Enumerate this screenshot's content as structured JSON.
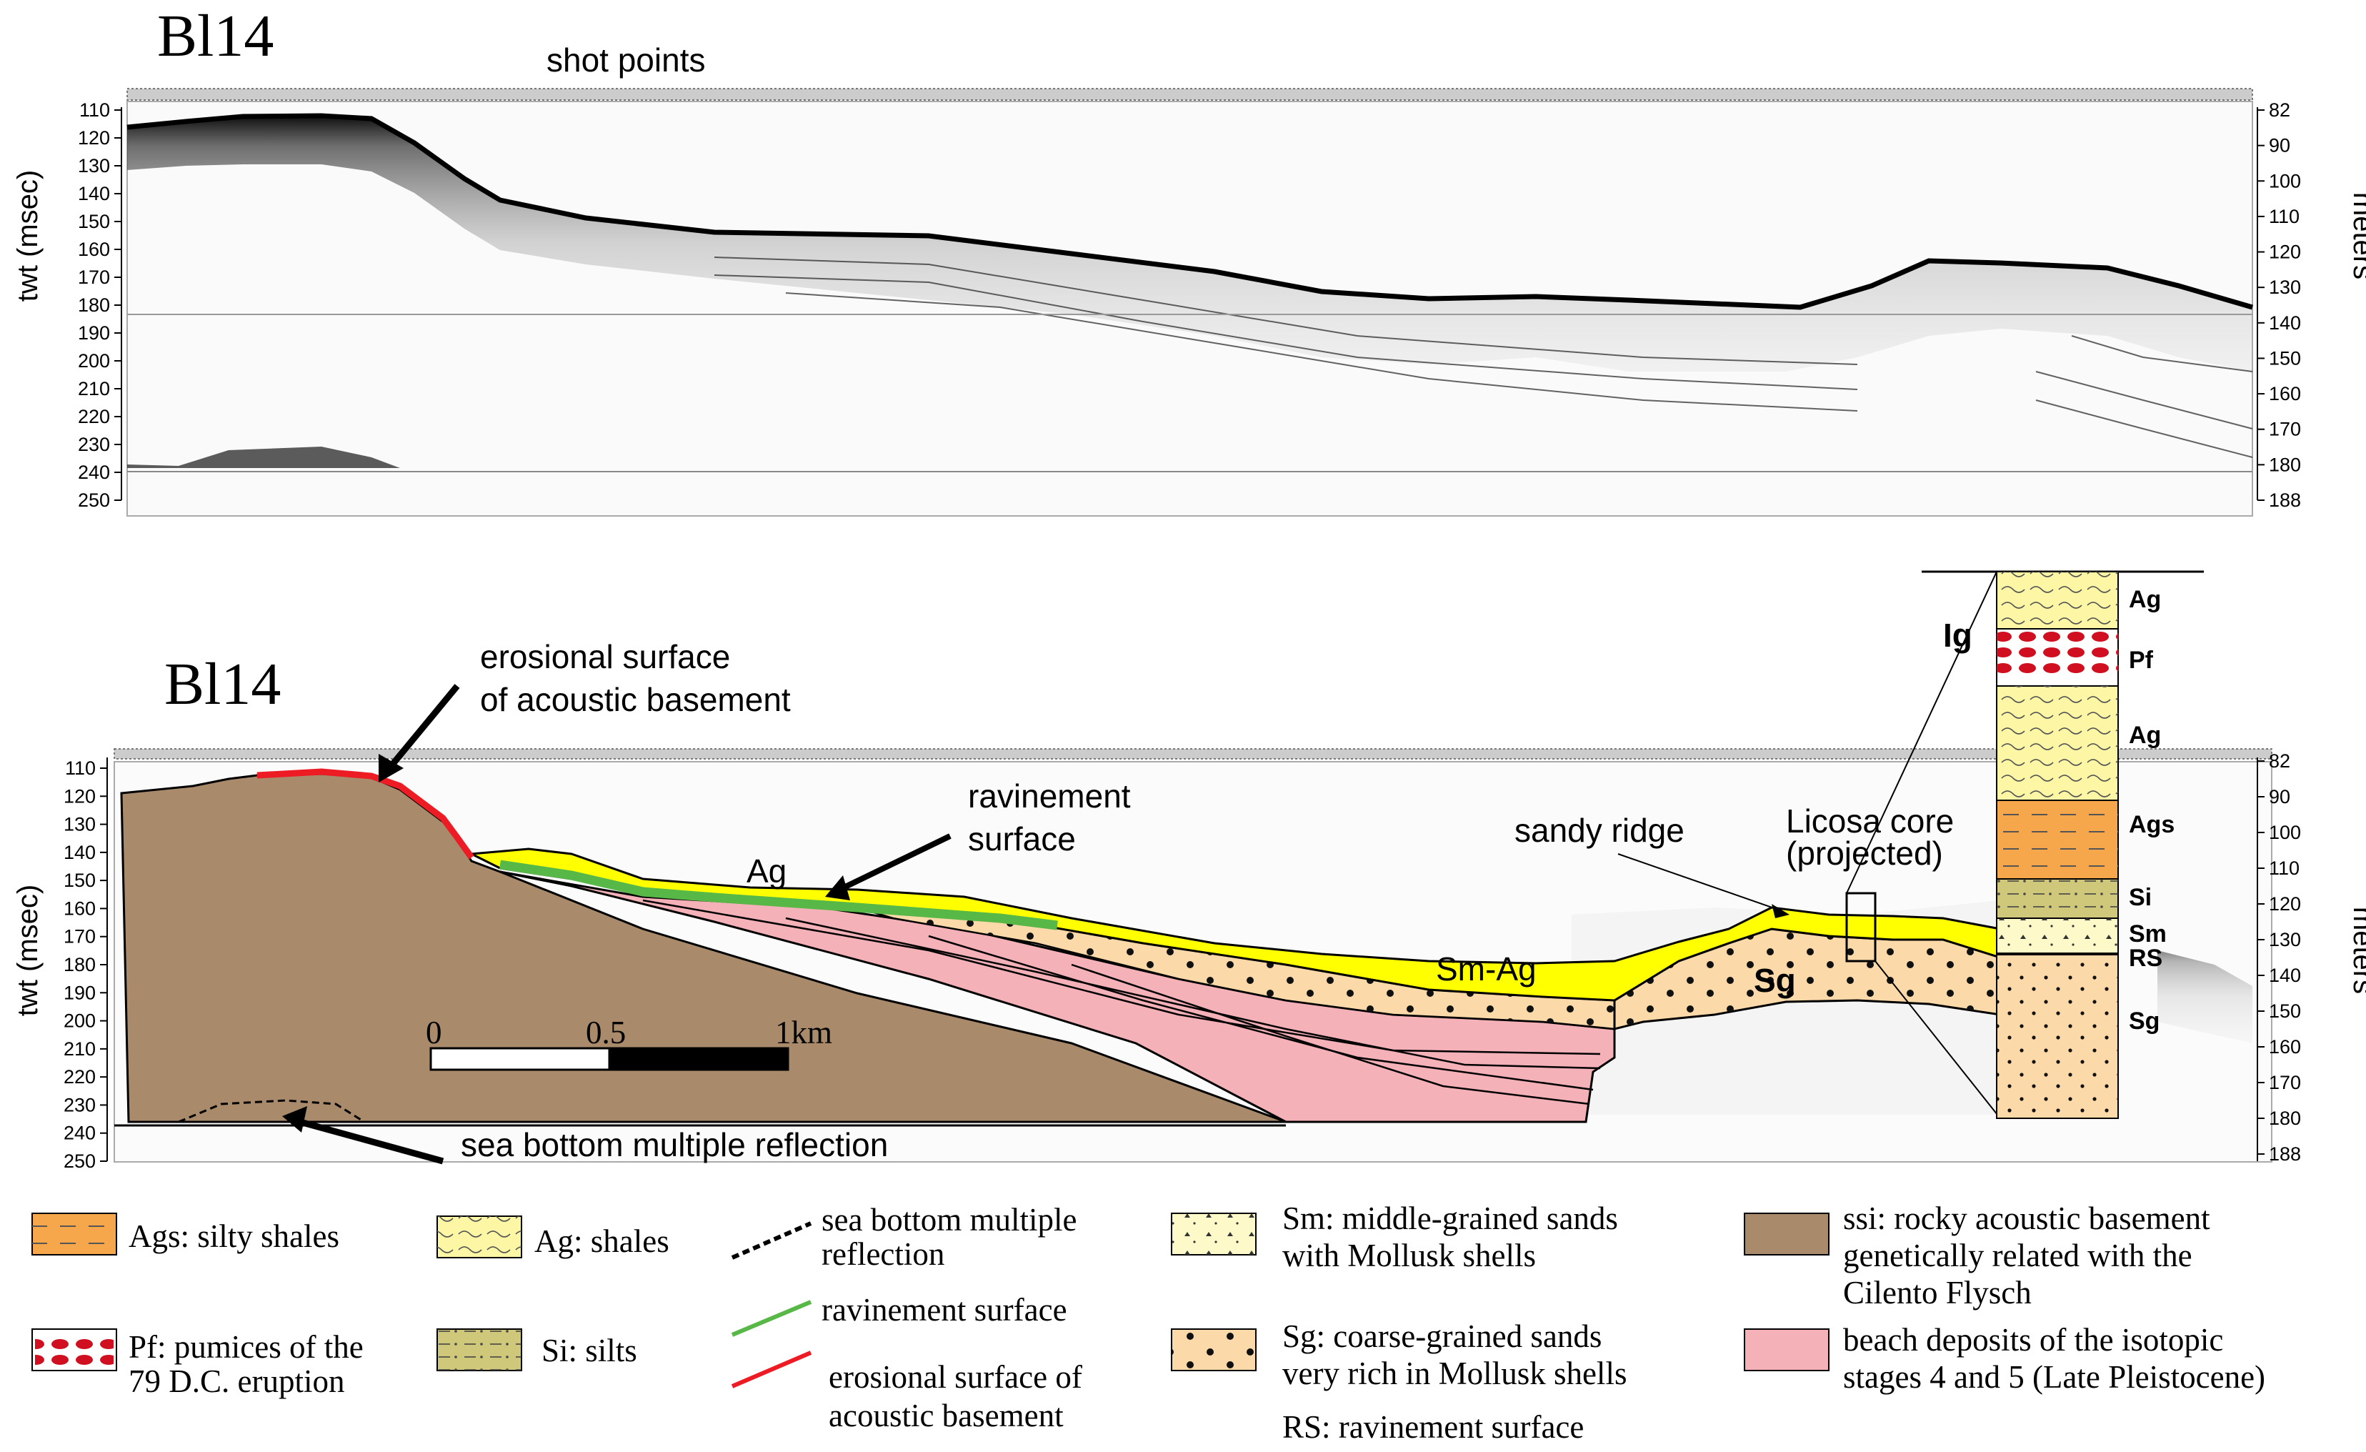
{
  "top_panel": {
    "title": "Bl14",
    "shot_points_label": "shot points",
    "y_left_label": "twt (msec)",
    "y_right_label": "meters",
    "left_ticks": [
      "110",
      "120",
      "130",
      "140",
      "150",
      "160",
      "170",
      "180",
      "190",
      "200",
      "210",
      "220",
      "230",
      "240",
      "250"
    ],
    "right_ticks": [
      "82",
      "90",
      "100",
      "110",
      "120",
      "130",
      "140",
      "150",
      "160",
      "170",
      "180",
      "188"
    ]
  },
  "bottom_panel": {
    "title": "Bl14",
    "y_left_label": "twt (msec)",
    "y_right_label": "meters",
    "left_ticks": [
      "110",
      "120",
      "130",
      "140",
      "150",
      "160",
      "170",
      "180",
      "190",
      "200",
      "210",
      "220",
      "230",
      "240",
      "250"
    ],
    "right_ticks": [
      "82",
      "90",
      "100",
      "110",
      "120",
      "130",
      "140",
      "150",
      "160",
      "170",
      "180",
      "188"
    ],
    "annotations": {
      "erosional_line1": "erosional surface",
      "erosional_line2": "of acoustic basement",
      "ravinement_line1": "ravinement",
      "ravinement_line2": "surface",
      "ag": "Ag",
      "sandy_ridge": "sandy ridge",
      "licosa_line1": "Licosa core",
      "licosa_line2": "(projected)",
      "sm_ag": "Sm-Ag",
      "sg": "Sg",
      "ig": "Ig",
      "sea_bottom_multiple": "sea bottom multiple reflection"
    },
    "scale_bar": {
      "labels": [
        "0",
        "0.5",
        "1km"
      ]
    },
    "core_column": {
      "units": [
        {
          "label": "Ag",
          "color": "#fdf7a5"
        },
        {
          "label": "Pf",
          "color": "#ffffff"
        },
        {
          "label": "Ag",
          "color": "#fdf7a5"
        },
        {
          "label": "Ags",
          "color": "#f6a64b"
        },
        {
          "label": "Si",
          "color": "#cfc77a"
        },
        {
          "label": "Sm",
          "color": "#fdf9c9"
        },
        {
          "label": "RS",
          "color": "#fcd9a8"
        },
        {
          "label": "Sg",
          "color": "#fcd9a8"
        }
      ]
    }
  },
  "legend": {
    "ags": "Ags: silty shales",
    "ag": "Ag: shales",
    "pf_line1": "Pf: pumices of the",
    "pf_line2": "79 D.C. eruption",
    "si": "Si: silts",
    "multiple_line1": "sea bottom multiple",
    "multiple_line2": "reflection",
    "ravinement": "ravinement surface",
    "erosional_line1": "erosional surface of",
    "erosional_line2": "acoustic basement",
    "sm_line1": "Sm: middle-grained sands",
    "sm_line2": "with Mollusk shells",
    "sg_line1": "Sg: coarse-grained sands",
    "sg_line2": "very rich in Mollusk shells",
    "rs": "RS: ravinement surface",
    "ssi_line1": "ssi: rocky acoustic basement",
    "ssi_line2": "genetically related with the",
    "ssi_line3": "Cilento Flysch",
    "beach_line1": "beach deposits of the isotopic",
    "beach_line2": "stages 4 and 5 (Late Pleistocene)"
  },
  "colors": {
    "basement": "#a98a6b",
    "beach": "#f4b1b8",
    "sand_sg": "#fcd9a8",
    "shales_ag": "#ffff00",
    "ravinement_green": "#58b847",
    "erosional_red": "#ed1c24",
    "silty_shales": "#f6a64b",
    "silts": "#cfc77a"
  }
}
